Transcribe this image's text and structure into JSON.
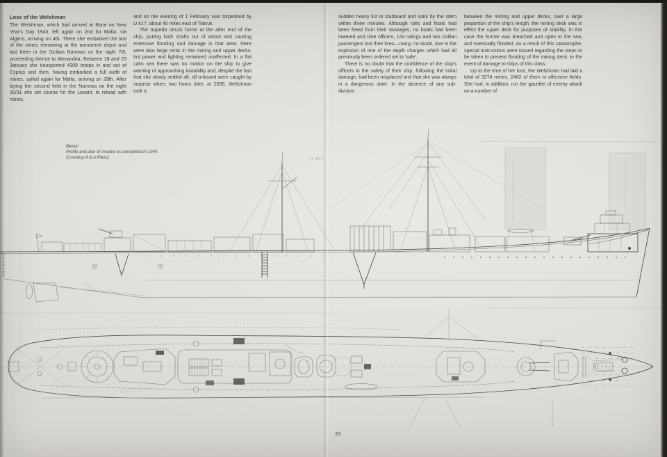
{
  "page": {
    "number": "38",
    "pencil_note": "U.453"
  },
  "article": {
    "heading": "Loss of the Welshman",
    "columns": [
      {
        "paragraphs": [
          "The _Welshman_, which had arrived at Bone on New Year's Day 1943, left again on 2nd for Malta, via Algiers, arriving on 4th. There she embarked the last of the mines remaining at the armament depot and laid them in the Sicilian Narrows on the night 7/8, proceeding thence to Alexandria. Between 18 and 23 January she transported 4300 troops in and out of Cyprus and then, having embarked a full outfit of mines, sailed again for Malta, arriving on 28th. After laying her second field in the Narrows on the night 30/31 she set course for the Levant, to reload with mines,"
        ]
      },
      {
        "paragraphs": [
          "and on the evening of 1 February was torpedoed by _U.617_, about 40 miles east of Tobruk.",
          "The torpedo struck home at the after end of the ship, putting both shafts out of action and causing extensive flooding and damage in that area; there were also large rents in the mining and upper decks, but power and lighting remained unaffected. In a flat calm sea there was no motion on the ship to give warning of approaching instability and, despite the fact that she slowly settled aft, all onboard were caught by surprise when, two hours later, at 2035, _Welshman_ took a"
        ]
      },
      {
        "paragraphs": [
          "sudden heavy list to starboard and sank by the stern within three minutes. Although rafts and floats had been freed from their stowages, no boats had been lowered and nine officers, 144 ratings and two civilian passengers lost their lives—many, no doubt, due to the explosion of one of the depth charges which had all previously been ordered set to 'safe'.",
          "There is no doubt that the confidence of the ship's officers in the safety of their ship, following the initial damage, had been misplaced and that she was always in a dangerous state. In the absence of any sub-division"
        ]
      },
      {
        "paragraphs": [
          "between the mining and upper decks, over a large proportion of the ship's length, the mining deck was in effect the upper deck for purposes of stability. In this case the former was breached and open to the sea, and eventually flooded. As a result of this catastrophe, special instructions were issued regarding the steps to be taken to prevent flooding of the mining deck, in the event of damage to ships of this class.",
          "Up to the time of her loss, the _Welshman_ had laid a total of 3274 mines, 2462 of them in offensive fields. She had, in addition, run the gauntlet of enemy attack on a number of"
        ]
      }
    ]
  },
  "caption": {
    "intro": "Below:",
    "text": "Profile and plan of _Ariadne_ as completed in 1944.",
    "credit": "(Courtesy A & A Plans)"
  },
  "figure": {
    "profile_label": "ship-profile-drawing",
    "plan_label": "ship-plan-drawing"
  },
  "colors": {
    "paper": "#dbd9d4",
    "ink": "#3c3c3c",
    "drawing_line": "#73726c",
    "page_edge": "#26261f"
  }
}
